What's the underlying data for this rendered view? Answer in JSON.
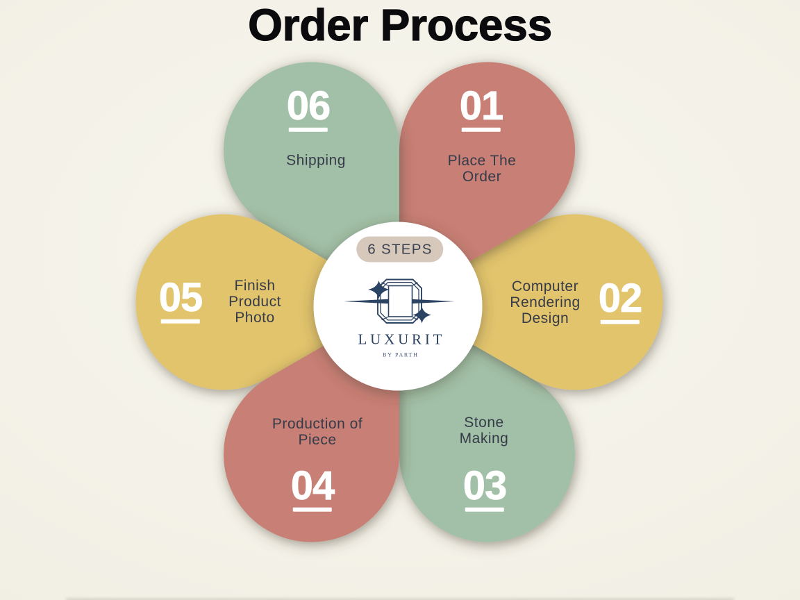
{
  "title": "Order Process",
  "center": {
    "badge": "6 STEPS",
    "brand": "LUXURIT",
    "sub_brand": "BY PARTH",
    "logo_icon": "emerald-cut-diamond-with-sparkles"
  },
  "steps": [
    {
      "num": "01",
      "label": "Place The\nOrder",
      "color": "#c87f74"
    },
    {
      "num": "02",
      "label": "Computer\nRendering\nDesign",
      "color": "#e2c46d"
    },
    {
      "num": "03",
      "label": "Stone\nMaking",
      "color": "#a2c0a7"
    },
    {
      "num": "04",
      "label": "Production of\nPiece",
      "color": "#c87f74"
    },
    {
      "num": "05",
      "label": "Finish\nProduct\nPhoto",
      "color": "#e2c46d"
    },
    {
      "num": "06",
      "label": "Shipping",
      "color": "#a2c0a7"
    }
  ],
  "colors": {
    "background": "#f4f2e8",
    "salmon": "#c87f74",
    "yellow": "#e2c46d",
    "green": "#a2c0a7",
    "center_circle": "#ffffff",
    "badge_bg": "#d6c8bb",
    "navy": "#2c4463",
    "label_text": "#363b49",
    "title_text": "#0b0b0e",
    "number_text": "#ffffff"
  }
}
